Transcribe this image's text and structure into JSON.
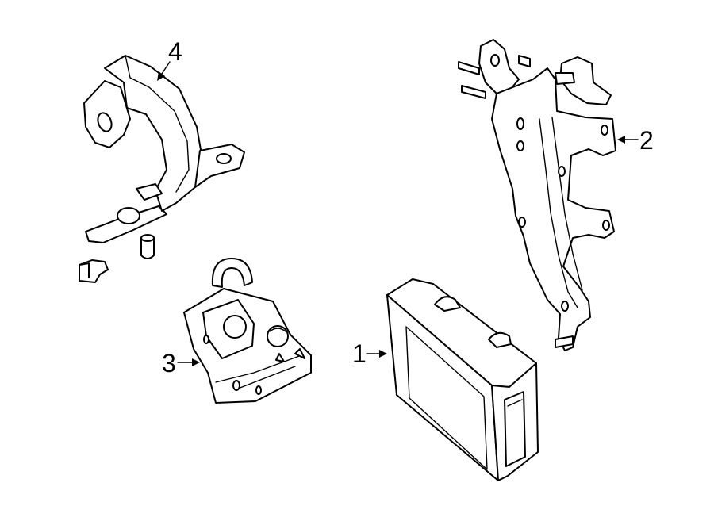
{
  "diagram": {
    "line_color": "#000000",
    "background": "#ffffff",
    "callouts": [
      {
        "id": "1",
        "text": "1",
        "part": "control-module"
      },
      {
        "id": "2",
        "text": "2",
        "part": "mounting-bracket-large"
      },
      {
        "id": "3",
        "text": "3",
        "part": "camera-bracket"
      },
      {
        "id": "4",
        "text": "4",
        "part": "support-bracket"
      }
    ]
  }
}
